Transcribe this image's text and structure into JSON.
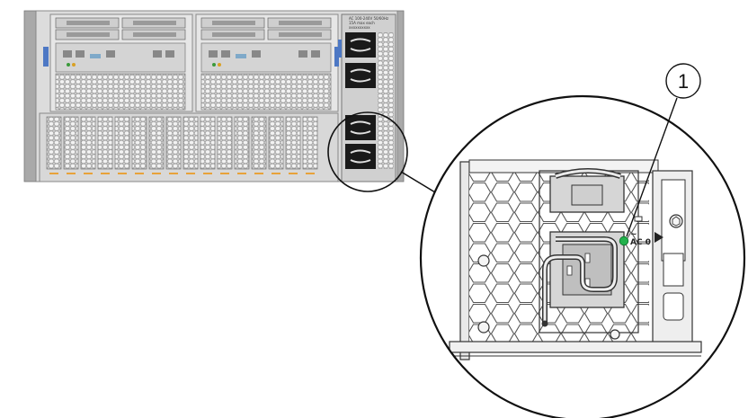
{
  "callout": {
    "number": "1"
  },
  "psu": {
    "led_label": "AC 0",
    "led_symbol": "~",
    "led_color": "#22b14c"
  },
  "server": {
    "rear_label_lines": [
      "AC 100-240V 50/60Hz",
      "15A max each",
      "xxxxxxxxxx"
    ]
  },
  "colors": {
    "chassis": "#d9d9d9",
    "chassis_dark": "#8c8c8c",
    "mesh": "#b8b8b8",
    "bay": "#c8c8c8",
    "outline": "#222222",
    "blue_tab": "#4d78c4",
    "orange_tick": "#e8a23a"
  },
  "icons": [
    "hex-mesh-icon",
    "power-cord-icon",
    "status-led-icon",
    "screw-icon"
  ]
}
